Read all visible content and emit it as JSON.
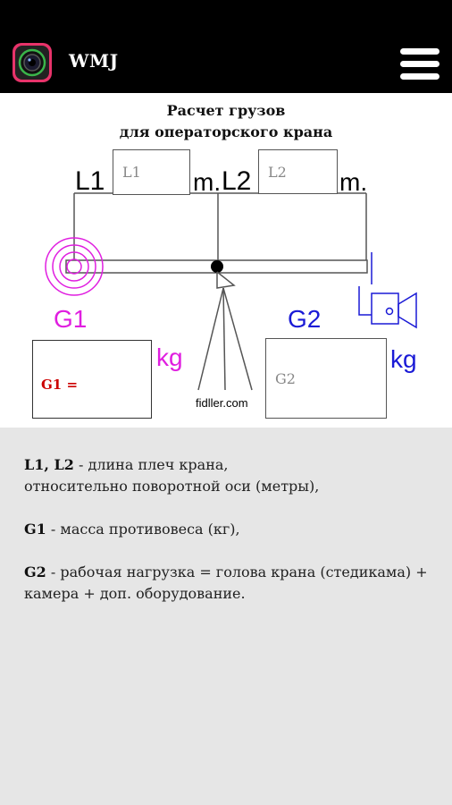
{
  "app": {
    "title": "WMJ",
    "logo_icon": "camera-lens-icon",
    "menu_icon": "hamburger-menu-icon"
  },
  "page": {
    "title_line1": "Расчет грузов",
    "title_line2": "для операторского крана"
  },
  "form": {
    "l1_label": "L1",
    "l1_unit": "m.",
    "l1_placeholder": "L1",
    "l2_label": "L2",
    "l2_unit": "m.",
    "l2_placeholder": "L2",
    "g1_label": "G1",
    "g1_unit": "kg",
    "g1_result": "G1 =",
    "g2_label": "G2",
    "g2_unit": "kg",
    "g2_placeholder": "G2",
    "tripod_label": "fidller.com"
  },
  "description": {
    "l_term": "L1, L2",
    "l_text": " - длина плеч крана,",
    "l_text2": "относительно поворотной оси (метры),",
    "g1_term": "G1",
    "g1_text": " - масса противовеса (кг),",
    "g2_term": "G2",
    "g2_text": " - рабочая нагрузка = голова крана (стедикама) + камера + доп. оборудование."
  },
  "colors": {
    "g1_color": "#e01ee0",
    "g2_color": "#1a1ad6",
    "result_color": "#cc0000"
  }
}
